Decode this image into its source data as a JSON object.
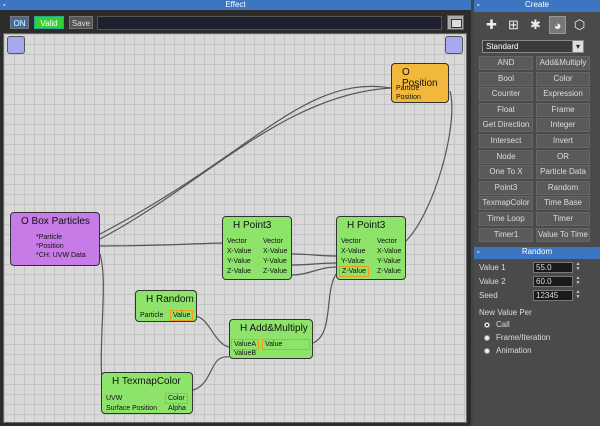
{
  "effect": {
    "title": "Effect",
    "toolbar": {
      "on": "ON",
      "valid": "Valid",
      "save": "Save"
    }
  },
  "nodes": {
    "o_position": {
      "title": "O Position",
      "ports": [
        "Particle",
        "Position"
      ]
    },
    "o_box": {
      "title": "O Box Particles",
      "ports": [
        "*Particle",
        "*Position",
        "*CH: UVW Data"
      ]
    },
    "h_point3_a": {
      "title": "H Point3",
      "inputs": [
        "Vector",
        "X-Value",
        "Y-Value",
        "Z-Value"
      ],
      "outputs": [
        "Vector",
        "X-Value",
        "Y-Value",
        "Z-Value"
      ]
    },
    "h_point3_b": {
      "title": "H Point3",
      "inputs": [
        "Vector",
        "X-Value",
        "Y-Value",
        "Z-Value"
      ],
      "outputs": [
        "Vector",
        "X-Value",
        "Y-Value",
        "Z-Value"
      ]
    },
    "h_random": {
      "title": "H Random",
      "input": "Particle",
      "output": "Value"
    },
    "h_addmul": {
      "title": "H Add&Multiply",
      "inputs": [
        "ValueA",
        "ValueB"
      ],
      "output": "Value"
    },
    "h_texmap": {
      "title": "H TexmapColor",
      "inputs": [
        "UVW",
        "Surface Position"
      ],
      "outputs": [
        "Color",
        "Alpha"
      ]
    }
  },
  "create": {
    "title": "Create",
    "icons": [
      "plus-connect-icon",
      "add-node-icon",
      "gear-icon",
      "sphere-icon",
      "cube-icon"
    ],
    "dropdown_value": "Standard",
    "buttons": [
      "AND",
      "Add&Multiply",
      "Bool",
      "Color",
      "Counter",
      "Expression",
      "Float",
      "Frame",
      "Get Direction",
      "Integer",
      "Intersect",
      "Invert",
      "Node",
      "OR",
      "One To X",
      "Particle Data",
      "Point3",
      "Random",
      "TexmapColor",
      "Time Base",
      "Time Loop",
      "Timer",
      "Timer1",
      "Value To Time"
    ]
  },
  "random": {
    "title": "Random",
    "value1_label": "Value 1",
    "value1": "55.0",
    "value2_label": "Value 2",
    "value2": "60.0",
    "seed_label": "Seed",
    "seed": "12345",
    "new_value_per": "New Value Per",
    "options": [
      "Call",
      "Frame/Iteration",
      "Animation"
    ],
    "selected": 0
  }
}
